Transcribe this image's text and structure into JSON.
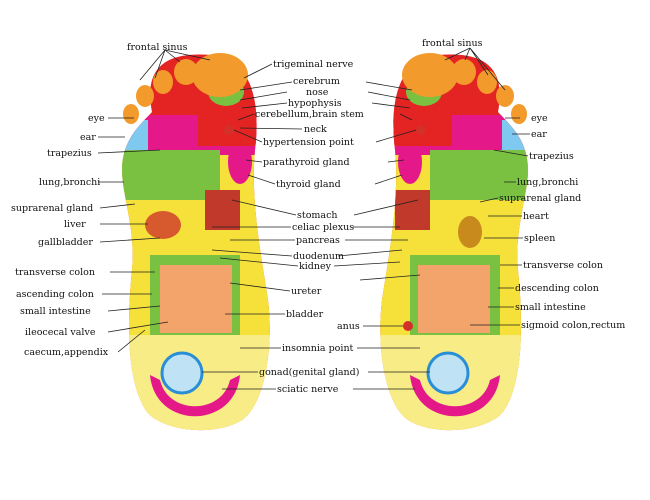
{
  "labels": {
    "frontal_sinus_left": "frontal sinus",
    "frontal_sinus_right": "frontal sinus",
    "trigeminal_nerve": "trigeminal nerve",
    "cerebrum": "cerebrum",
    "nose": "nose",
    "hypophysis": "hypophysis",
    "cerebellum": "cerebellum,brain stem",
    "neck": "neck",
    "hypertension": "hypertension point",
    "parathyroid": "parathyroid gland",
    "thyroid": "thyroid gland",
    "eye_left": "eye",
    "ear_left": "ear",
    "trapezius_left": "trapezius",
    "lung_left": "lung,bronchi",
    "suprarenal_left": "suprarenal gland",
    "liver": "liver",
    "gallbladder": "gallbladder",
    "transverse_left": "transverse colon",
    "ascending": "ascending colon",
    "small_int_left": "small intestine",
    "ileocecal": "ileocecal valve",
    "caecum": "caecum,appendix",
    "stomach": "stomach",
    "celiac": "celiac plexus",
    "pancreas": "pancreas",
    "duodenum": "duodenum",
    "kidney": "kidney",
    "ureter": "ureter",
    "bladder": "bladder",
    "anus": "anus",
    "insomnia": "insomnia point",
    "gonad": "gonad(genital gland)",
    "sciatic": "sciatic nerve",
    "eye_right": "eye",
    "ear_right": "ear",
    "trapezius_right": "trapezius",
    "lung_right": "lung,bronchi",
    "suprarenal_right": "suprarenal gland",
    "heart": "heart",
    "spleen": "spleen",
    "transverse_right": "transverse colon",
    "descending": "descending colon",
    "small_int_right": "small intestine",
    "sigmoid": "sigmoid colon,rectum"
  },
  "colors": {
    "foot_yellow": "#f6e13a",
    "toe_orange": "#f29a2b",
    "lung_green": "#7ac142",
    "trapezius_blue": "#7fc8ef",
    "magenta": "#e5188a",
    "red": "#d4302a",
    "pale_yellow": "#f8ec86"
  }
}
